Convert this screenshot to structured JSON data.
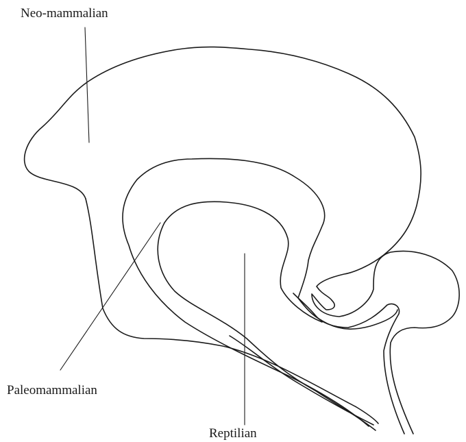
{
  "diagram": {
    "labels": {
      "neo": "Neo-mammalian",
      "paleo": "Paleomammalian",
      "reptilian": "Reptilian"
    }
  },
  "colors": {
    "stroke": "#1a1a1a",
    "background": "#ffffff"
  }
}
